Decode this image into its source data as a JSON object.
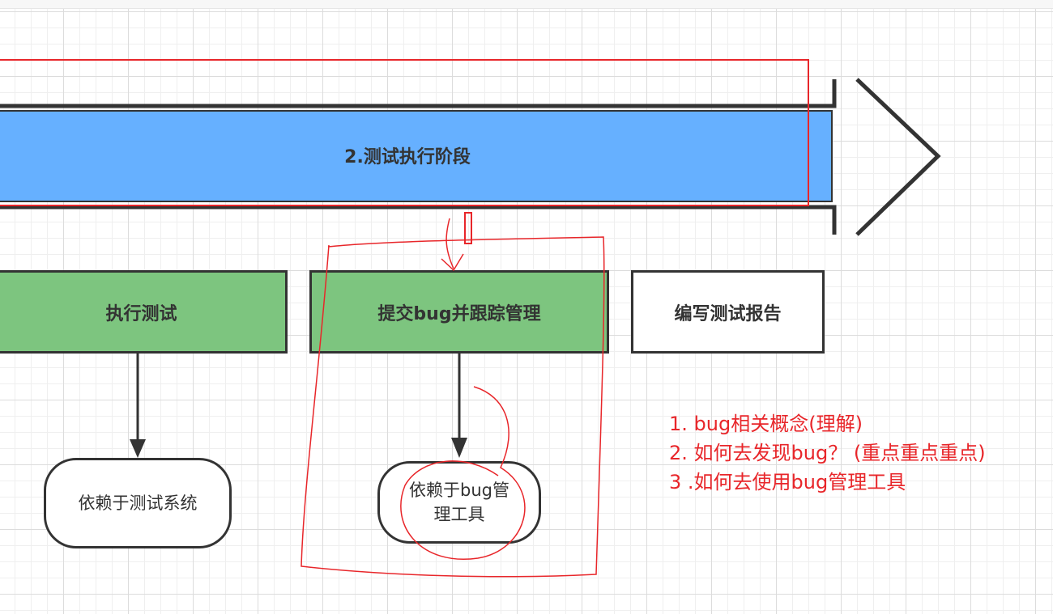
{
  "stage": {
    "label": "2.测试执行阶段"
  },
  "boxes": {
    "execute_test": "执行测试",
    "submit_bug": "提交bug并跟踪管理",
    "write_report": "编写测试报告"
  },
  "dependencies": {
    "test_system": "依赖于测试系统",
    "bug_tool_line1": "依赖于bug管",
    "bug_tool_line2": "理工具"
  },
  "notes": [
    "1. bug相关概念(理解)",
    "2. 如何去发现bug？ (重点重点重点)",
    "3 .如何去使用bug管理工具"
  ],
  "colors": {
    "stage_fill": "#66b0ff",
    "box_green": "#7dc57f",
    "annotation_red": "#e8262a",
    "stroke": "#333333"
  }
}
